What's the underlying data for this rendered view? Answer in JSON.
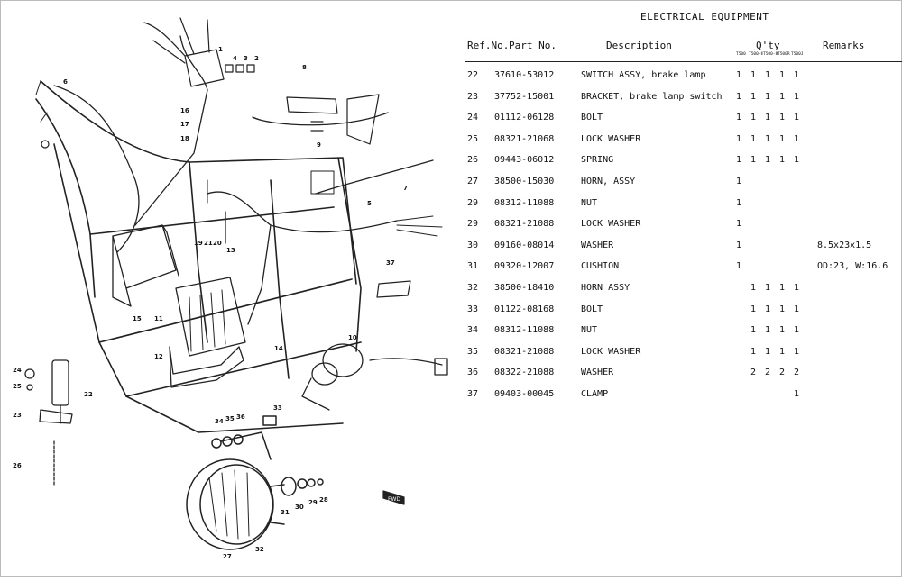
{
  "title": "ELECTRICAL EQUIPMENT",
  "headers": {
    "ref_no": "Ref.No.",
    "part_no": "Part No.",
    "description": "Description",
    "qty": "Q'ty",
    "remarks": "Remarks",
    "models": [
      "T500",
      "T500-Ⅱ",
      "T500-Ⅲ",
      "T500R",
      "T500J"
    ]
  },
  "rows": [
    {
      "ref": "22",
      "part": "37610-53012",
      "desc": "SWITCH ASSY, brake lamp",
      "qty": [
        "1",
        "1",
        "1",
        "1",
        "1"
      ],
      "remarks": ""
    },
    {
      "ref": "23",
      "part": "37752-15001",
      "desc": "BRACKET, brake lamp switch",
      "qty": [
        "1",
        "1",
        "1",
        "1",
        "1"
      ],
      "remarks": ""
    },
    {
      "ref": "24",
      "part": "01112-06128",
      "desc": "BOLT",
      "qty": [
        "1",
        "1",
        "1",
        "1",
        "1"
      ],
      "remarks": ""
    },
    {
      "ref": "25",
      "part": "08321-21068",
      "desc": "LOCK WASHER",
      "qty": [
        "1",
        "1",
        "1",
        "1",
        "1"
      ],
      "remarks": ""
    },
    {
      "ref": "26",
      "part": "09443-06012",
      "desc": "SPRING",
      "qty": [
        "1",
        "1",
        "1",
        "1",
        "1"
      ],
      "remarks": ""
    },
    {
      "ref": "27",
      "part": "38500-15030",
      "desc": "HORN, ASSY",
      "qty": [
        "1",
        "",
        "",
        "",
        ""
      ],
      "remarks": ""
    },
    {
      "ref": "29",
      "part": "08312-11088",
      "desc": "NUT",
      "qty": [
        "1",
        "",
        "",
        "",
        ""
      ],
      "remarks": ""
    },
    {
      "ref": "29",
      "part": "08321-21088",
      "desc": "LOCK WASHER",
      "qty": [
        "1",
        "",
        "",
        "",
        ""
      ],
      "remarks": ""
    },
    {
      "ref": "30",
      "part": "09160-08014",
      "desc": "WASHER",
      "qty": [
        "1",
        "",
        "",
        "",
        ""
      ],
      "remarks": "8.5x23x1.5"
    },
    {
      "ref": "31",
      "part": "09320-12007",
      "desc": "CUSHION",
      "qty": [
        "1",
        "",
        "",
        "",
        ""
      ],
      "remarks": "OD:23, W:16.6"
    },
    {
      "ref": "32",
      "part": "38500-18410",
      "desc": "HORN ASSY",
      "qty": [
        "",
        "1",
        "1",
        "1",
        "1"
      ],
      "remarks": ""
    },
    {
      "ref": "33",
      "part": "01122-08168",
      "desc": "BOLT",
      "qty": [
        "",
        "1",
        "1",
        "1",
        "1"
      ],
      "remarks": ""
    },
    {
      "ref": "34",
      "part": "08312-11088",
      "desc": "NUT",
      "qty": [
        "",
        "1",
        "1",
        "1",
        "1"
      ],
      "remarks": ""
    },
    {
      "ref": "35",
      "part": "08321-21088",
      "desc": "LOCK WASHER",
      "qty": [
        "",
        "1",
        "1",
        "1",
        "1"
      ],
      "remarks": ""
    },
    {
      "ref": "36",
      "part": "08322-21088",
      "desc": "WASHER",
      "qty": [
        "",
        "2",
        "2",
        "2",
        "2"
      ],
      "remarks": ""
    },
    {
      "ref": "37",
      "part": "09403-00045",
      "desc": "CLAMP",
      "qty": [
        "",
        "",
        "",
        "",
        "1"
      ],
      "remarks": ""
    }
  ],
  "diagram": {
    "callouts": [
      "1",
      "2",
      "3",
      "4",
      "5",
      "6",
      "7",
      "8",
      "9",
      "10",
      "11",
      "12",
      "13",
      "14",
      "15",
      "16",
      "17",
      "18",
      "19",
      "20",
      "21",
      "22",
      "23",
      "24",
      "25",
      "26",
      "27",
      "28",
      "29",
      "30",
      "31",
      "32",
      "33",
      "34",
      "35",
      "36",
      "37"
    ],
    "front_marker": "FWD"
  }
}
